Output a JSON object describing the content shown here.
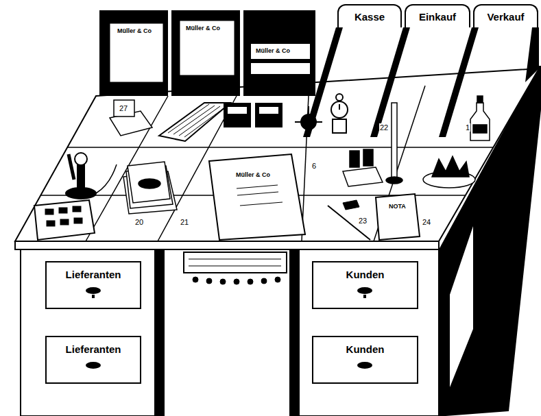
{
  "diagram": {
    "nodes": [
      {
        "text": [
          "Kasse"
        ]
      },
      {
        "text": [
          "Einkauf"
        ]
      },
      {
        "text": [
          "Verkauf"
        ]
      },
      {
        "text": [
          "Lieferanten"
        ]
      },
      {
        "text": [
          "Kunden"
        ]
      },
      {
        "text": [
          "Lieferanten"
        ]
      },
      {
        "text": [
          "Kunden"
        ]
      }
    ],
    "labels": [
      "Müller & Co",
      "Müller & Co",
      "Müller & Co",
      "27",
      "6",
      "22",
      "1",
      "20",
      "21",
      "Müller & Co",
      "23",
      "NOTA",
      "24"
    ]
  }
}
